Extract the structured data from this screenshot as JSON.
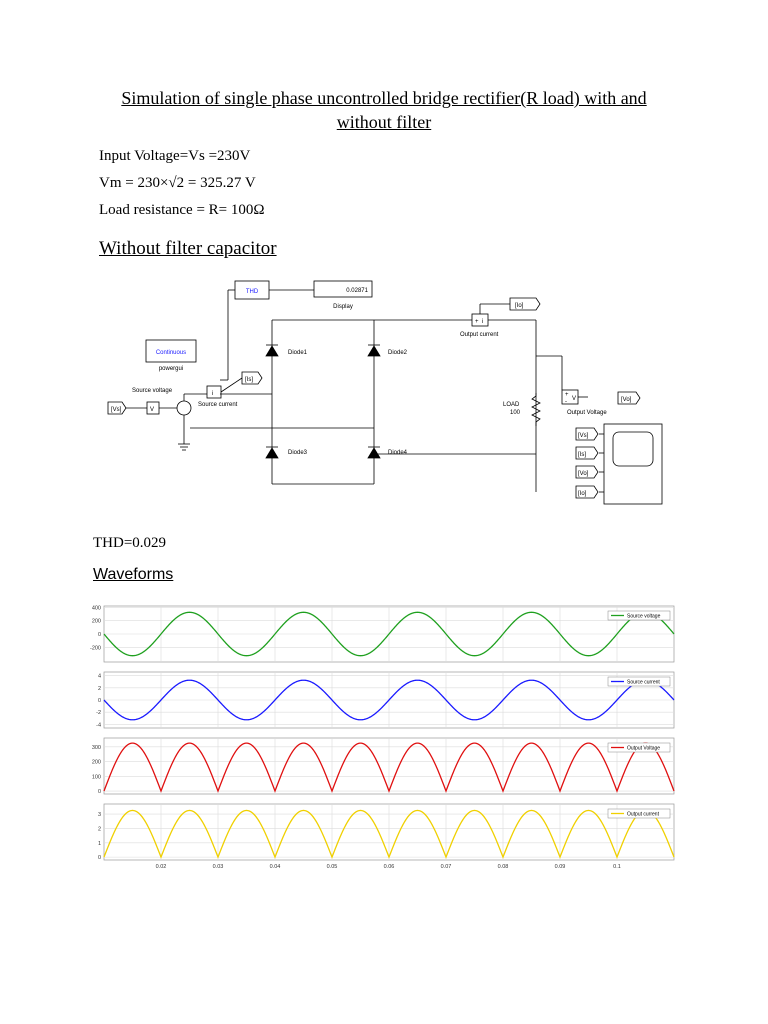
{
  "doc": {
    "title_line1": "Simulation of single phase uncontrolled bridge rectifier(R load) with and",
    "title_line2": "without filter",
    "params": [
      "Input Voltage=Vs =230V",
      "Vm = 230×√2 = 325.27 V",
      "Load resistance = R= 100Ω"
    ],
    "section1": "Without filter capacitor",
    "thd_result": "THD=0.029",
    "section2": "Waveforms"
  },
  "circuit": {
    "thd_block": "THD",
    "display_value": "0.02871",
    "display_label": "Display",
    "powergui_mode": "Continuous",
    "powergui_label": "powergui",
    "source_voltage_label": "Source voltage",
    "source_current_label": "Source current",
    "vs_tag": "[Vs]",
    "is_tag": "[Is]",
    "io_tag": "[Io]",
    "vo_tag": "[Vo]",
    "v_symbol": "V",
    "i_symbol": "i",
    "plus_sign": "+",
    "minus_sign": "-",
    "diode1": "Diode1",
    "diode2": "Diode2",
    "diode3": "Diode3",
    "diode4": "Diode4",
    "load_label": "LOAD",
    "load_value": "100",
    "output_current_label": "Output current",
    "output_voltage_label": "Output Voltage",
    "scope_tags": [
      "[Vs]",
      "[Is]",
      "[Vo]",
      "[Io]"
    ]
  },
  "chart_data": {
    "type": "line",
    "x_range": [
      0.01,
      0.11
    ],
    "x_ticks": [
      "0.02",
      "0.03",
      "0.04",
      "0.05",
      "0.06",
      "0.07",
      "0.08",
      "0.09",
      "0.1"
    ],
    "grid": true,
    "legend_position": "top-right",
    "panels": [
      {
        "series_name": "Source voltage",
        "color": "#1fa01f",
        "ylim": [
          -420,
          420
        ],
        "yticks": [
          "400",
          "200",
          "0",
          "-200"
        ],
        "ytick_values": [
          400,
          200,
          0,
          -200
        ],
        "waveform": "sine",
        "amplitude": 325.27,
        "frequency_hz": 50
      },
      {
        "series_name": "Source current",
        "color": "#1a1aff",
        "ylim": [
          -4.6,
          4.6
        ],
        "yticks": [
          "4",
          "2",
          "0",
          "-2",
          "-4"
        ],
        "ytick_values": [
          4,
          2,
          0,
          -2,
          -4
        ],
        "waveform": "sine",
        "amplitude": 3.25,
        "frequency_hz": 50
      },
      {
        "series_name": "Output Voltage",
        "color": "#e01010",
        "ylim": [
          -20,
          360
        ],
        "yticks": [
          "300",
          "200",
          "100",
          "0"
        ],
        "ytick_values": [
          300,
          200,
          100,
          0
        ],
        "waveform": "full-wave rectified sine",
        "amplitude": 325.27,
        "frequency_hz": 50
      },
      {
        "series_name": "Output current",
        "color": "#f0d000",
        "ylim": [
          -0.2,
          3.7
        ],
        "yticks": [
          "3",
          "2",
          "1",
          "0"
        ],
        "ytick_values": [
          3,
          2,
          1,
          0
        ],
        "waveform": "full-wave rectified sine",
        "amplitude": 3.25,
        "frequency_hz": 50
      }
    ]
  }
}
